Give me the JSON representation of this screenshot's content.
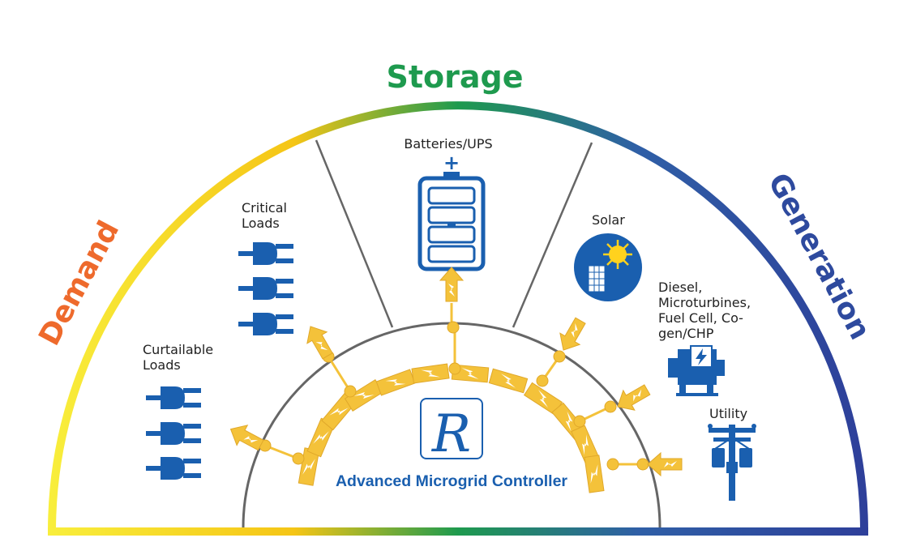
{
  "categories": {
    "demand": "Demand",
    "storage": "Storage",
    "generation": "Generation"
  },
  "resources": {
    "critical_loads": [
      "Critical",
      "Loads"
    ],
    "curtailable_loads": [
      "Curtailable",
      "Loads"
    ],
    "batteries": "Batteries/UPS",
    "solar": "Solar",
    "diesel": [
      "Diesel,",
      "Microturbines,",
      "Fuel Cell, Co-",
      "gen/CHP"
    ],
    "utility": "Utility"
  },
  "controller": {
    "logo_letter": "R",
    "name": "Advanced Microgrid Controller"
  },
  "colors": {
    "yellow": "#F9E02A",
    "green": "#1E9A4E",
    "blue": "#2E3F9A",
    "orange": "#EE6A2C",
    "icon_blue": "#1A5FAF",
    "bolt_yellow": "#F4C23A",
    "divider": "#666666"
  },
  "icons": {
    "plug": "plug-icon",
    "battery": "battery-icon",
    "solar": "solar-panel-icon",
    "generator": "generator-icon",
    "utility": "utility-pole-icon",
    "bolt": "lightning-bolt-icon"
  }
}
